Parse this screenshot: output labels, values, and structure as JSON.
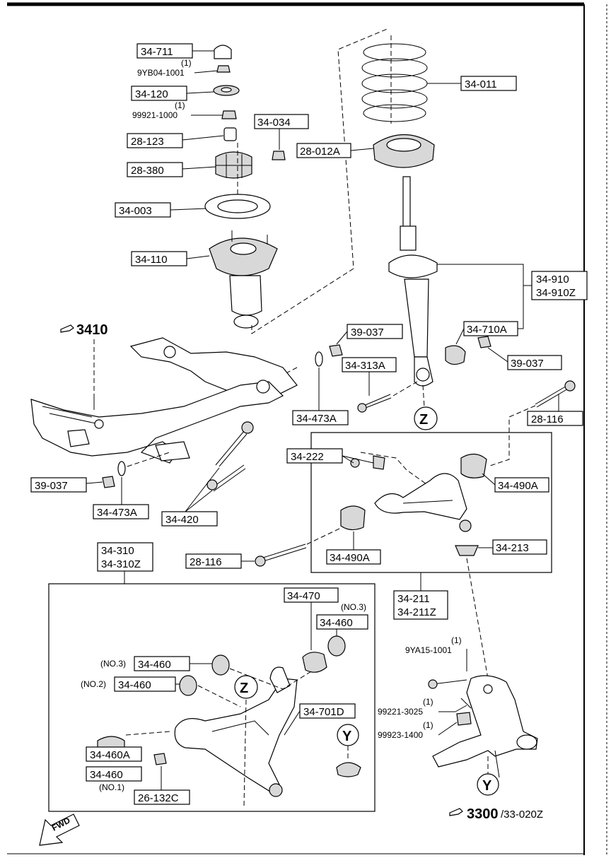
{
  "labels": {
    "p34711": "34-711",
    "q1a": "(1)",
    "p9yb": "9YB04-1001",
    "p34120": "34-120",
    "q1b": "(1)",
    "p99921": "99921-1000",
    "p28123": "28-123",
    "p34034": "34-034",
    "p28380": "28-380",
    "p34003": "34-003",
    "p34110": "34-110",
    "p34011": "34-011",
    "p28012a": "28-012A",
    "p34910": "34-910",
    "p34910z": "34-910Z",
    "p34710a": "34-710A",
    "p39037a": "39-037",
    "p39037b": "39-037",
    "p34313a": "34-313A",
    "p34473a_top": "34-473A",
    "p28116_top": "28-116",
    "p34222": "34-222",
    "p34490a_r": "34-490A",
    "p39037c": "39-037",
    "p34473a_l": "34-473A",
    "p34420": "34-420",
    "p34213": "34-213",
    "p28116_mid": "28-116",
    "p34490a_l": "34-490A",
    "p34310": "34-310",
    "p34310z": "34-310Z",
    "p34211": "34-211",
    "p34211z": "34-211Z",
    "p34470": "34-470",
    "no3a": "(NO.3)",
    "p34460_r": "34-460",
    "no3b": "(NO.3)",
    "p34460_no3": "34-460",
    "no2": "(NO.2)",
    "p34460_no2": "34-460",
    "p34701d": "34-701D",
    "p34460a": "34-460A",
    "p34460_no1": "34-460",
    "no1": "(NO.1)",
    "p26132c": "26-132C",
    "q1c": "(1)",
    "p9ya15": "9YA15-1001",
    "q1d": "(1)",
    "p99221": "99221-3025",
    "q1e": "(1)",
    "p99923": "99923-1400",
    "ref3410": "3410",
    "ref3300": "3300",
    "ref3300b": "/33-020Z",
    "z1": "Z",
    "z2": "Z",
    "y1": "Y",
    "y2": "Y",
    "fwd": "FWD"
  },
  "icons": {
    "reference": "pointing-hand-icon",
    "direction": "forward-arrow-icon"
  }
}
